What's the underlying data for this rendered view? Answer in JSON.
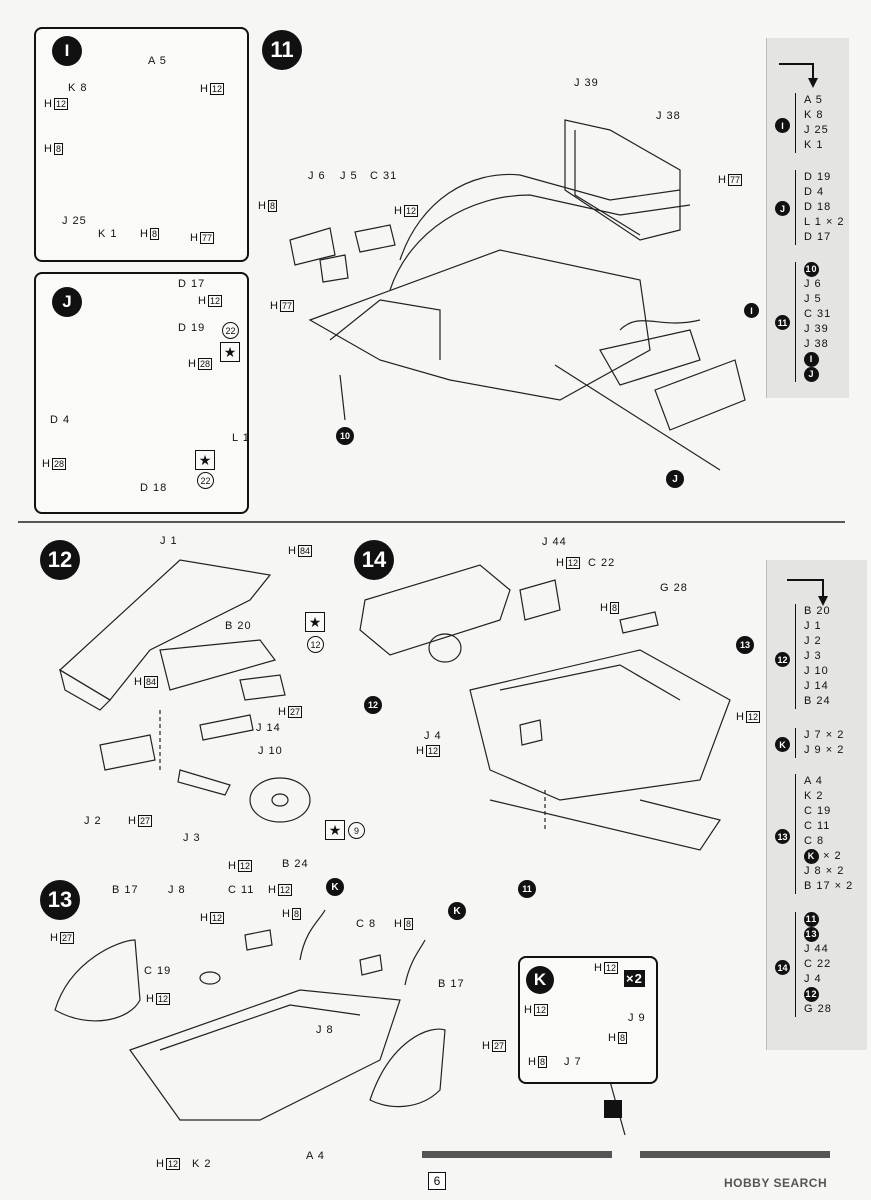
{
  "steps": {
    "I": "I",
    "J": "J",
    "K": "K",
    "s10": "10",
    "s11": "11",
    "s12": "12",
    "s13": "13",
    "s14": "14"
  },
  "boxI": {
    "a5": "A 5",
    "k8": "K 8",
    "j25": "J 25",
    "k1": "K 1",
    "h12a": "12",
    "h12b": "12",
    "h8a": "8",
    "h8b": "8",
    "h77": "77"
  },
  "boxJ": {
    "d17": "D 17",
    "d19": "D 19",
    "d4": "D 4",
    "d18": "D 18",
    "l1": "L 1",
    "h12": "12",
    "h28a": "28",
    "h28b": "28",
    "c22a": "22",
    "c22b": "22"
  },
  "step11": {
    "j39": "J 39",
    "j38": "J 38",
    "j6": "J 6",
    "j5": "J 5",
    "c31": "C 31",
    "h8": "8",
    "h12": "12",
    "h77a": "77",
    "h77b": "77"
  },
  "side1": {
    "gI": [
      "A 5",
      "K 8",
      "J 25",
      "K 1"
    ],
    "gJ": [
      "D 19",
      "D 4",
      "D 18",
      "L 1 × 2",
      "D 17"
    ],
    "g11": [
      "J 6",
      "J 5",
      "C 31",
      "J 39",
      "J 38"
    ]
  },
  "step12": {
    "j1": "J 1",
    "b20": "B 20",
    "j14": "J 14",
    "j10": "J 10",
    "j2": "J 2",
    "j3": "J 3",
    "b24": "B 24",
    "h84a": "84",
    "h84b": "84",
    "h27a": "27",
    "h27b": "27",
    "h12": "12",
    "c12": "12",
    "c9": "9"
  },
  "step14": {
    "j44": "J 44",
    "c22": "C 22",
    "g28": "G 28",
    "j4": "J 4",
    "h12a": "12",
    "h12b": "12",
    "h12c": "12",
    "h8": "8"
  },
  "step13": {
    "b17a": "B 17",
    "b17b": "B 17",
    "j8a": "J 8",
    "j8b": "J 8",
    "c11": "C 11",
    "c19": "C 19",
    "c8": "C 8",
    "a4": "A 4",
    "k2": "K 2",
    "h27a": "27",
    "h27b": "27",
    "h12a": "12",
    "h12b": "12",
    "h12c": "12",
    "h12d": "12",
    "h8a": "8",
    "h8b": "8"
  },
  "boxK": {
    "j9": "J 9",
    "j7": "J 7",
    "x2": "×2",
    "h12a": "12",
    "h12b": "12",
    "h8a": "8",
    "h8b": "8"
  },
  "side2": {
    "g12": [
      "B 20",
      "J 1",
      "J 2",
      "J 3",
      "J 10",
      "J 14",
      "B 24"
    ],
    "gK": [
      "J 7 × 2",
      "J 9 × 2"
    ],
    "g13": [
      "A 4",
      "K 2",
      "C 19",
      "C 11",
      "C 8",
      "× 2",
      "J 8 × 2",
      "B 17 × 2"
    ],
    "g14": [
      "J 44",
      "C 22",
      "J 4",
      "G 28"
    ]
  },
  "footer": {
    "page": "6",
    "watermark": "HOBBY SEARCH"
  }
}
